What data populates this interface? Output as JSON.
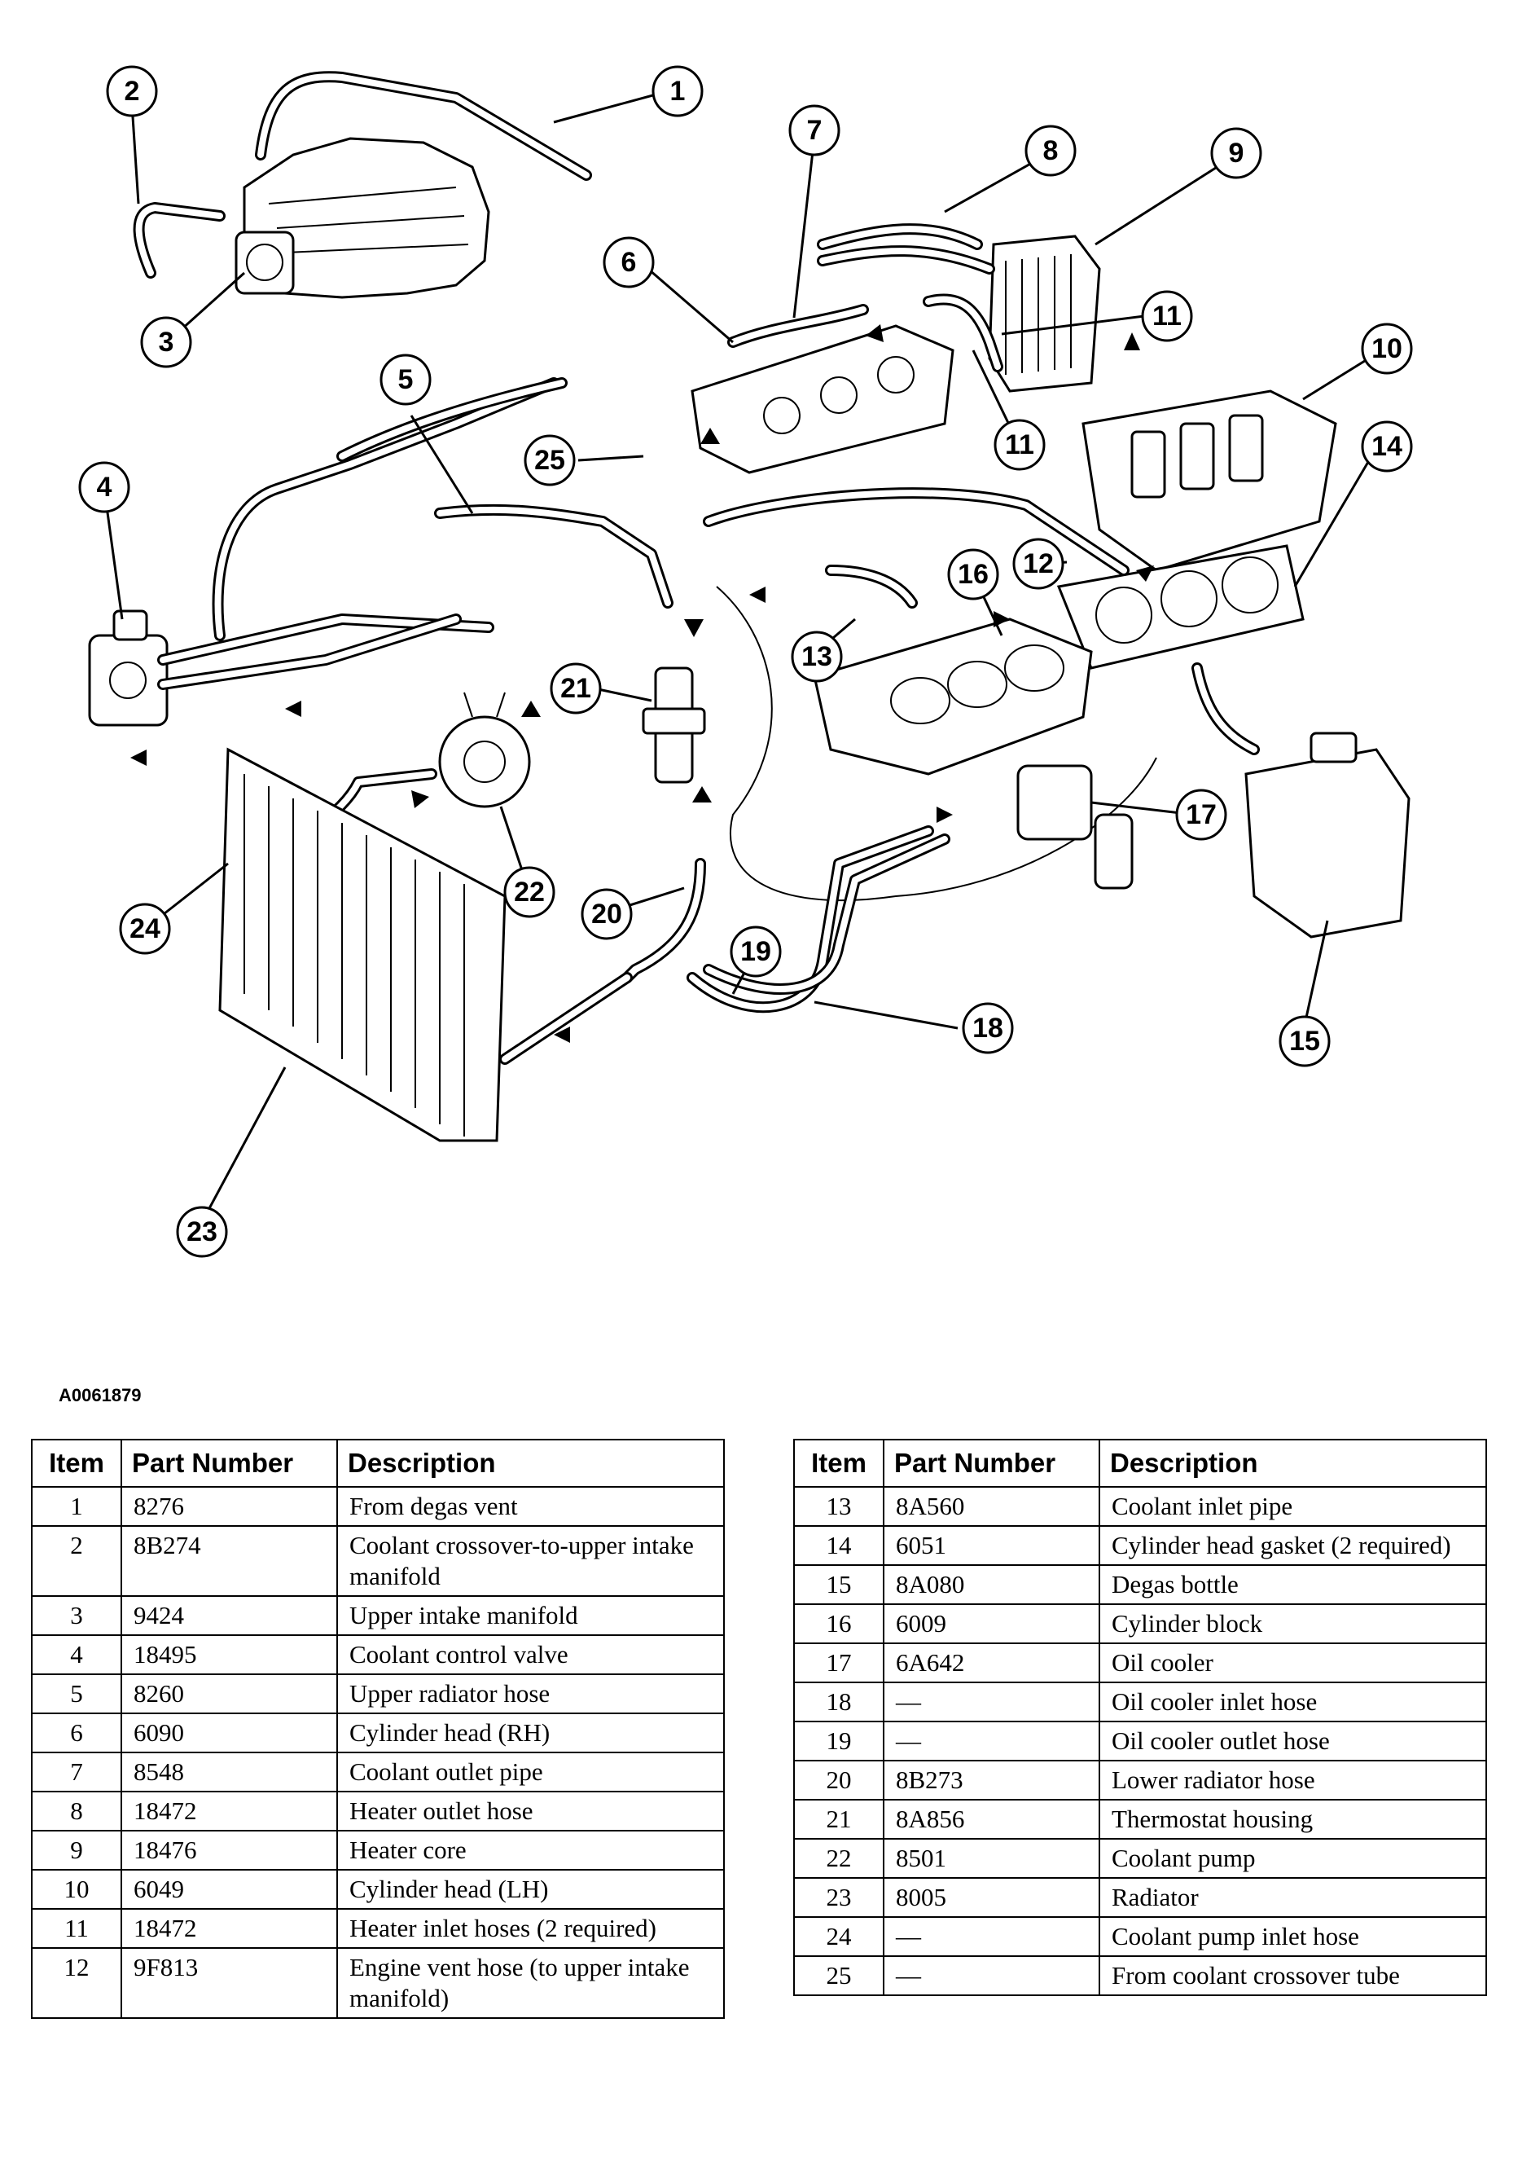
{
  "figure_code": "A0061879",
  "callouts": [
    "1",
    "2",
    "3",
    "4",
    "5",
    "6",
    "7",
    "8",
    "9",
    "10",
    "11",
    "11",
    "12",
    "13",
    "14",
    "15",
    "16",
    "17",
    "18",
    "19",
    "20",
    "21",
    "22",
    "23",
    "24",
    "25"
  ],
  "table": {
    "headers": {
      "item": "Item",
      "part_number": "Part Number",
      "description": "Description"
    },
    "left": [
      {
        "item": "1",
        "part_number": "8276",
        "description": "From degas vent"
      },
      {
        "item": "2",
        "part_number": "8B274",
        "description": "Coolant crossover-to-upper intake manifold"
      },
      {
        "item": "3",
        "part_number": "9424",
        "description": "Upper intake manifold"
      },
      {
        "item": "4",
        "part_number": "18495",
        "description": "Coolant control valve"
      },
      {
        "item": "5",
        "part_number": "8260",
        "description": "Upper radiator hose"
      },
      {
        "item": "6",
        "part_number": "6090",
        "description": "Cylinder head (RH)"
      },
      {
        "item": "7",
        "part_number": "8548",
        "description": "Coolant outlet pipe"
      },
      {
        "item": "8",
        "part_number": "18472",
        "description": "Heater outlet hose"
      },
      {
        "item": "9",
        "part_number": "18476",
        "description": "Heater core"
      },
      {
        "item": "10",
        "part_number": "6049",
        "description": "Cylinder head (LH)"
      },
      {
        "item": "11",
        "part_number": "18472",
        "description": "Heater inlet hoses (2 required)"
      },
      {
        "item": "12",
        "part_number": "9F813",
        "description": "Engine vent hose (to upper intake manifold)"
      }
    ],
    "right": [
      {
        "item": "13",
        "part_number": "8A560",
        "description": "Coolant inlet pipe"
      },
      {
        "item": "14",
        "part_number": "6051",
        "description": "Cylinder head gasket (2 required)"
      },
      {
        "item": "15",
        "part_number": "8A080",
        "description": "Degas bottle"
      },
      {
        "item": "16",
        "part_number": "6009",
        "description": "Cylinder block"
      },
      {
        "item": "17",
        "part_number": "6A642",
        "description": "Oil cooler"
      },
      {
        "item": "18",
        "part_number": "—",
        "description": "Oil cooler inlet hose"
      },
      {
        "item": "19",
        "part_number": "—",
        "description": "Oil cooler outlet hose"
      },
      {
        "item": "20",
        "part_number": "8B273",
        "description": "Lower radiator hose"
      },
      {
        "item": "21",
        "part_number": "8A856",
        "description": "Thermostat housing"
      },
      {
        "item": "22",
        "part_number": "8501",
        "description": "Coolant pump"
      },
      {
        "item": "23",
        "part_number": "8005",
        "description": "Radiator"
      },
      {
        "item": "24",
        "part_number": "—",
        "description": "Coolant pump inlet hose"
      },
      {
        "item": "25",
        "part_number": "—",
        "description": "From coolant crossover tube"
      }
    ]
  }
}
